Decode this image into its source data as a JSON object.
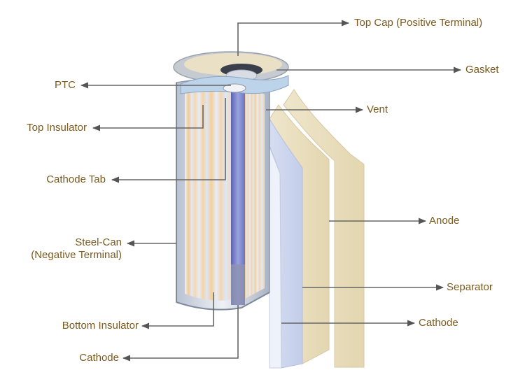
{
  "colors": {
    "label_text": "#7a5a1e",
    "leader_line": "#666666",
    "can_outline": "#9aa4b4",
    "electrode_cream": "#eadfc0",
    "electrode_blue": "#c9d3ec",
    "core_blue": "#7e86c8",
    "cap_gray": "#c9ccd2"
  },
  "labels": {
    "top_cap": "Top Cap (Positive Terminal)",
    "gasket": "Gasket",
    "ptc": "PTC",
    "vent": "Vent",
    "top_insulator": "Top Insulator",
    "cathode_tab": "Cathode Tab",
    "anode": "Anode",
    "steel_can_line1": "Steel-Can",
    "steel_can_line2": "(Negative Terminal)",
    "separator": "Separator",
    "cathode_right": "Cathode",
    "bottom_insulator": "Bottom Insulator",
    "cathode_bottom": "Cathode"
  }
}
